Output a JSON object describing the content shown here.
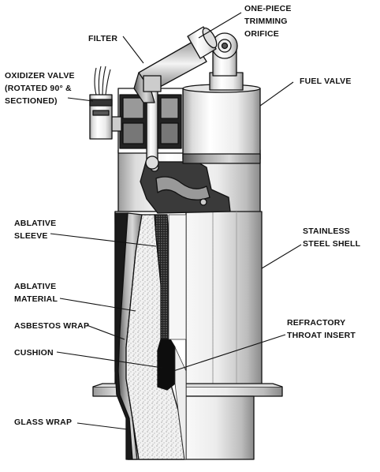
{
  "labels": {
    "trimming_orifice": [
      "ONE-PIECE",
      "TRIMMING",
      "ORIFICE"
    ],
    "filter": "FILTER",
    "oxidizer_valve": [
      "OXIDIZER VALVE",
      "(ROTATED 90° &",
      "SECTIONED)"
    ],
    "fuel_valve": "FUEL VALVE",
    "ablative_sleeve": [
      "ABLATIVE",
      "SLEEVE"
    ],
    "stainless_shell": [
      "STAINLESS",
      "STEEL SHELL"
    ],
    "ablative_material": [
      "ABLATIVE",
      "MATERIAL"
    ],
    "asbestos_wrap": "ASBESTOS WRAP",
    "refractory_insert": [
      "REFRACTORY",
      "THROAT INSERT"
    ],
    "cushion": "CUSHION",
    "glass_wrap": "GLASS WRAP"
  }
}
